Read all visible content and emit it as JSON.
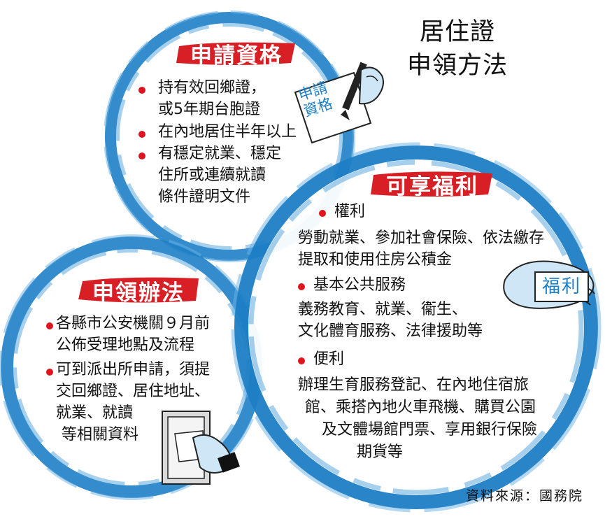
{
  "title": {
    "line1": "居住證",
    "line2": "申領方法"
  },
  "sections": {
    "eligibility": {
      "heading": "申請資格",
      "items": [
        {
          "lines": [
            "持有效回鄉證，",
            "或5年期台胞證"
          ]
        },
        {
          "lines": [
            "在內地居住半年以上"
          ]
        },
        {
          "lines": [
            "有穩定就業、穩定",
            "住所或連續就讀",
            "條件證明文件"
          ]
        }
      ],
      "illustration_text": [
        "申請",
        "資格"
      ]
    },
    "benefits": {
      "heading": "可享福利",
      "items": [
        {
          "label": "權利",
          "lines": [
            "勞動就業、參加社會保險、依法繳存",
            "提取和使用住房公積金"
          ]
        },
        {
          "label": "基本公共服務",
          "lines": [
            "義務教育、就業、衞生、",
            "文化體育服務、法律援助等"
          ]
        },
        {
          "label": "便利",
          "lines": [
            "辦理生育服務登記、在內地住宿旅",
            "館、乘搭內地火車飛機、購買公園",
            "及文體場館門票、享用銀行保險",
            "期貨等"
          ]
        }
      ],
      "illustration_text": "福利"
    },
    "procedure": {
      "heading": "申領辦法",
      "items": [
        {
          "lines": [
            "各縣市公安機關９月前",
            "公佈受理地點及流程"
          ]
        },
        {
          "lines": [
            "可到派出所申請，須提",
            "交回鄉證、居住地址、",
            "就業、就讀",
            "等相關資料"
          ]
        }
      ]
    }
  },
  "source": "資料來源：國務院",
  "colors": {
    "ring_blue": "#1e7fc6",
    "banner_red": "#d81f26",
    "bullet_red": "#e0141e"
  }
}
